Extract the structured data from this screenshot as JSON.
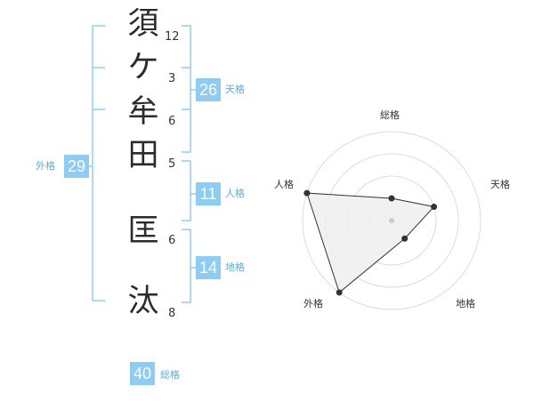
{
  "name": {
    "characters": [
      {
        "char": "須",
        "strokes": "12"
      },
      {
        "char": "ケ",
        "strokes": "3"
      },
      {
        "char": "牟",
        "strokes": "6"
      },
      {
        "char": "田",
        "strokes": "5"
      },
      {
        "char": "匡",
        "strokes": "6"
      },
      {
        "char": "汰",
        "strokes": "8"
      }
    ]
  },
  "fortunes": {
    "tenkaku": {
      "value": "26",
      "label": "天格"
    },
    "jinkaku": {
      "value": "11",
      "label": "人格"
    },
    "chikaku": {
      "value": "14",
      "label": "地格"
    },
    "gaikaku": {
      "value": "29",
      "label": "外格"
    },
    "soukaku": {
      "value": "40",
      "label": "総格"
    }
  },
  "colors": {
    "bracket": "#8dcdf4",
    "badge_bg": "#8dcdf4",
    "badge_label": "#5aaee8",
    "radar_fill": "#efefef",
    "radar_ring": "#dddddd"
  },
  "chart_data": {
    "type": "radar",
    "axes": [
      "総格",
      "天格",
      "地格",
      "外格",
      "人格"
    ],
    "max": 4,
    "values": [
      1,
      2,
      1,
      4,
      4
    ]
  }
}
